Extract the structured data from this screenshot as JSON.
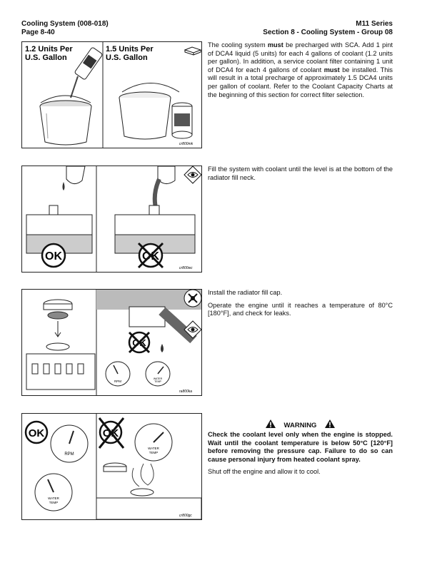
{
  "header": {
    "left_line1": "Cooling System (008-018)",
    "left_line2": "Page 8-40",
    "right_line1": "M11 Series",
    "right_line2": "Section 8 - Cooling System - Group 08"
  },
  "figures": {
    "fig1": {
      "label_left": "1.2 Units Per",
      "label_left2": "U.S. Gallon",
      "label_right": "1.5 Units Per",
      "label_right2": "U.S. Gallon",
      "code": "cr800mk"
    },
    "fig2": {
      "ok_left": "OK",
      "ok_right": "OK",
      "code": "cr800wc"
    },
    "fig3": {
      "ok": "OK",
      "rpm": "RPM",
      "water_temp1": "WATER",
      "water_temp2": "TEMP",
      "code": "ra800ka"
    },
    "fig4": {
      "ok_left": "OK",
      "ok_right": "OK",
      "rpm": "RPM",
      "water_temp1": "WATER",
      "water_temp2": "TEMP",
      "water_temp3": "WATER",
      "water_temp4": "TEMP",
      "code": "cr800gc"
    }
  },
  "section1": {
    "p1_a": "The cooling system ",
    "p1_must": "must",
    "p1_b": " be precharged with SCA. Add 1 pint of DCA4 liquid (5 units) for each 4 gallons of coolant (1.2 units per gallon). In addition, a service coolant filter containing 1 unit of DCA4 for each 4 gallons of coolant ",
    "p1_must2": "must",
    "p1_c": " be installed. This will result in a total precharge of approximately 1.5 DCA4 units per gallon of coolant. Refer to the Coolant Capacity Charts at the beginning of this section for correct filter selection."
  },
  "section2": {
    "p1": "Fill the system with coolant until the level is at the bottom of the radiator fill neck."
  },
  "section3": {
    "p1": "Install the radiator fill cap.",
    "p2": "Operate the engine until it reaches a temperature of 80°C [180°F], and check for leaks."
  },
  "section4": {
    "warning_title": "WARNING",
    "warning_text": "Check the coolant level only when the engine is stopped. Wait until the coolant temperature is below 50°C [120°F] before removing the pressure cap. Failure to do so can cause personal injury from heated coolant spray.",
    "p1": "Shut off the engine and allow it to cool."
  },
  "icons": {
    "book": "book-icon",
    "eye": "eye-icon",
    "wrench": "wrench-icon",
    "warning": "warning-triangle-icon"
  }
}
